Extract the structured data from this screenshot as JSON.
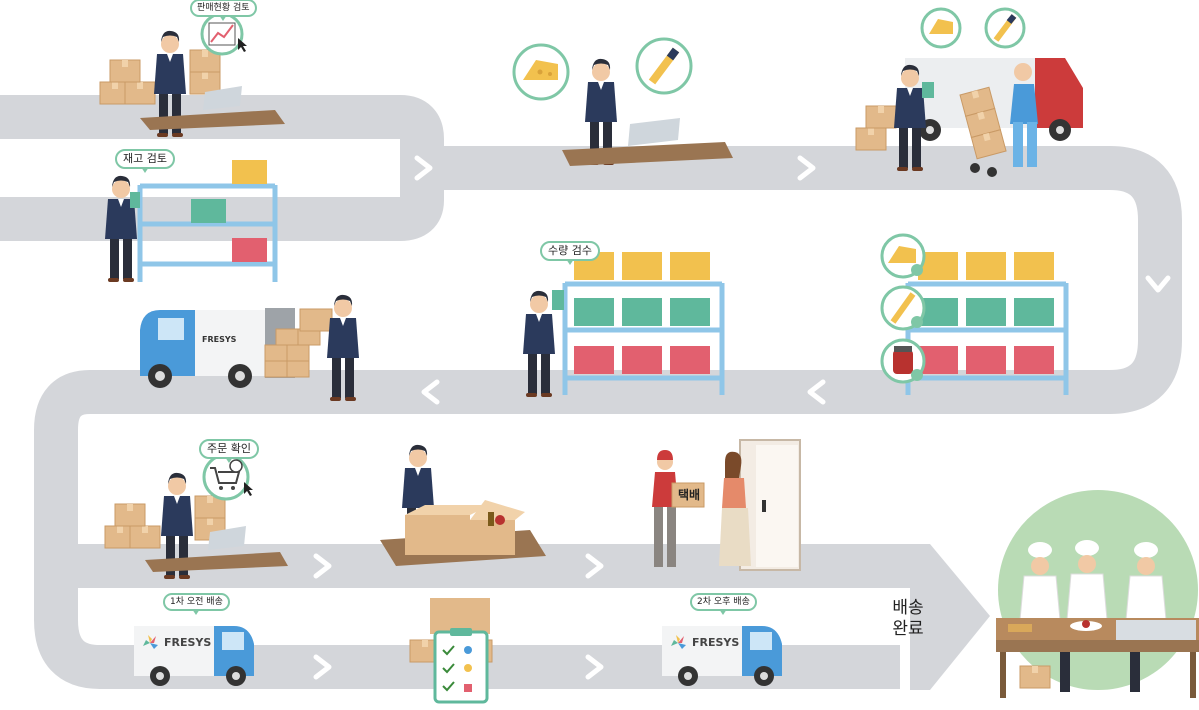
{
  "steps": {
    "sales_review": "판매현황 검토",
    "inventory_review": "재고 검토",
    "quantity_check": "수량 검수",
    "order_confirm": "주문 확인",
    "first_delivery": "1차 오전 배송",
    "second_delivery": "2차 오후 배송",
    "parcel": "택배",
    "delivery_done_line1": "배송",
    "delivery_done_line2": "완료"
  },
  "truck": {
    "brand": "FRESYS"
  },
  "colors": {
    "road": "#d4d6da",
    "arrow": "#ffffff",
    "bubble_border": "#7fc7a6",
    "box": "#e2b98a",
    "shelf": "#8fc6e8",
    "shelf_box_yellow": "#f2c14e",
    "shelf_box_green": "#5fb89c",
    "shelf_box_red": "#e2606f",
    "truck_cab": "#4a9ad9",
    "shirt": "#2b3a5c",
    "desk": "#9a7552"
  },
  "icons": [
    "cheese-icon",
    "pen-icon",
    "chart-icon",
    "cart-icon",
    "jam-icon",
    "checklist-icon",
    "arrow-icon"
  ]
}
